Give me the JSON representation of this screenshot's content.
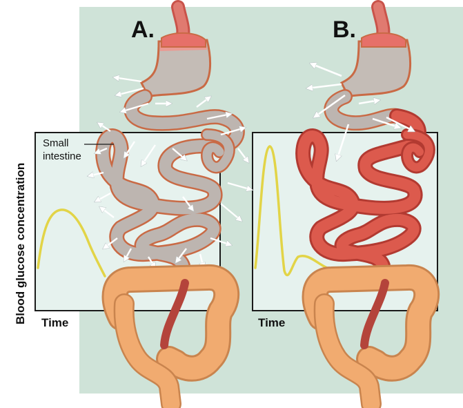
{
  "panels": [
    {
      "label": "A."
    },
    {
      "label": "B."
    }
  ],
  "axes": {
    "y_label": "Blood glucose concentration",
    "x_label_left": "Time",
    "x_label_right": "Time"
  },
  "callout": {
    "line1": "Small",
    "line2": "intestine"
  },
  "colors": {
    "background_panel": "#cfe3d8",
    "graph_fill": "#e4f1ec",
    "curve": "#e4d84a",
    "intestine_gray": "#bdb8b3",
    "intestine_red": "#d9554a",
    "stomach_top": "#e88d86",
    "colon": "#f0a86a",
    "arrow": "#ffffff"
  },
  "icons": [
    "glucose-curve-slow",
    "glucose-curve-spike",
    "absorption-arrows"
  ]
}
